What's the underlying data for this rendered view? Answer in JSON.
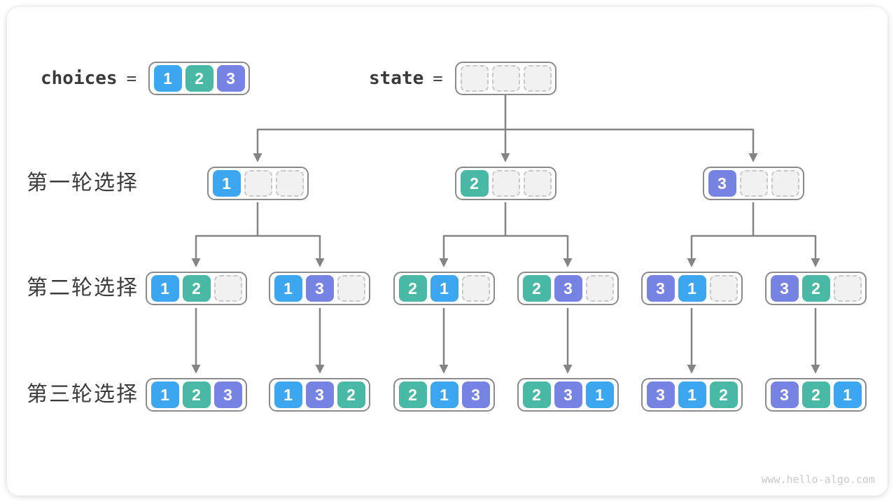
{
  "header": {
    "choices_label": "choices",
    "choices_equals": "=",
    "choices_values": [
      "1",
      "2",
      "3"
    ],
    "state_label": "state",
    "state_equals": "=",
    "state_values": [
      "",
      "",
      ""
    ]
  },
  "row_labels": {
    "round1": "第一轮选择",
    "round2": "第二轮选择",
    "round3": "第三轮选择"
  },
  "tree": {
    "round1": [
      {
        "cells": [
          "1",
          "",
          ""
        ]
      },
      {
        "cells": [
          "2",
          "",
          ""
        ]
      },
      {
        "cells": [
          "3",
          "",
          ""
        ]
      }
    ],
    "round2": [
      {
        "cells": [
          "1",
          "2",
          ""
        ]
      },
      {
        "cells": [
          "1",
          "3",
          ""
        ]
      },
      {
        "cells": [
          "2",
          "1",
          ""
        ]
      },
      {
        "cells": [
          "2",
          "3",
          ""
        ]
      },
      {
        "cells": [
          "3",
          "1",
          ""
        ]
      },
      {
        "cells": [
          "3",
          "2",
          ""
        ]
      }
    ],
    "round3": [
      {
        "cells": [
          "1",
          "2",
          "3"
        ]
      },
      {
        "cells": [
          "1",
          "3",
          "2"
        ]
      },
      {
        "cells": [
          "2",
          "1",
          "3"
        ]
      },
      {
        "cells": [
          "2",
          "3",
          "1"
        ]
      },
      {
        "cells": [
          "3",
          "1",
          "2"
        ]
      },
      {
        "cells": [
          "3",
          "2",
          "1"
        ]
      }
    ]
  },
  "colors": {
    "value_1": "#3da6f0",
    "value_2": "#49b9a5",
    "value_3": "#7683e3",
    "empty_cell_fill": "#f1f1f1",
    "empty_cell_border": "#c8c8c8",
    "node_border": "#8a8a8a",
    "arrow": "#848484",
    "label_text": "#3b3b3b",
    "watermark_text": "#c9c9c9"
  },
  "footer": {
    "watermark": "www.hello-algo.com"
  }
}
